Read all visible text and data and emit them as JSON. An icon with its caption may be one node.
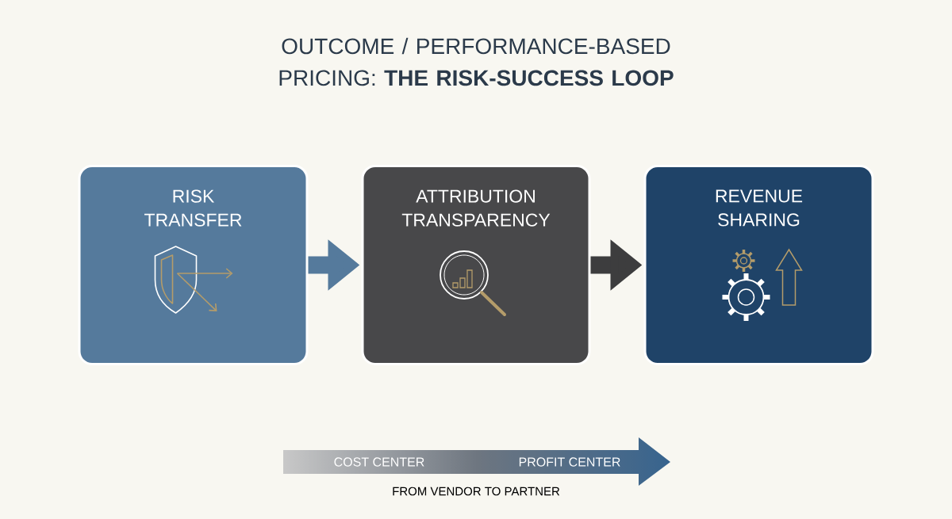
{
  "diagram": {
    "title": "OUTCOME / PERFORMANCE-BASED PRICING: **THE RISK-SUCCESS LOOP**",
    "nodes": [
      {
        "text": [
          "RISK TRANSFER"
        ]
      },
      {
        "text": [
          "ATTRIBUTION TRANSPARENCY"
        ]
      },
      {
        "text": [
          "REVENUE SHARING"
        ]
      }
    ],
    "edges": [
      {
        "from": 0,
        "to": 1,
        "arrow": "to",
        "color": "#557a9c"
      },
      {
        "from": 1,
        "to": 2,
        "arrow": "to",
        "color": "#3d3d3e"
      }
    ],
    "labels": [
      "COST CENTER",
      "PROFIT CENTER",
      "FROM VENDOR TO PARTNER"
    ]
  }
}
